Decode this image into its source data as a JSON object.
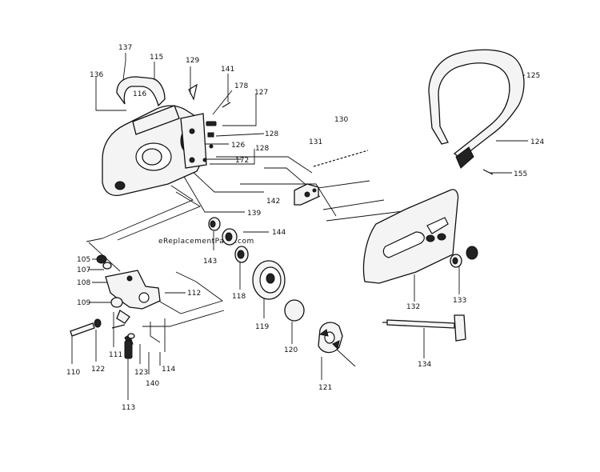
{
  "watermark": "eReplacementParts.com",
  "part_labels": {
    "p137": "137",
    "p115": "115",
    "p129": "129",
    "p141": "141",
    "p136": "136",
    "p116": "116",
    "p178": "178",
    "p127": "127",
    "p128a": "128",
    "p126": "126",
    "p128b": "128",
    "p172": "172",
    "p130": "130",
    "p131": "131",
    "p142": "142",
    "p139": "139",
    "p144": "144",
    "p143": "143",
    "p125": "125",
    "p124": "124",
    "p155": "155",
    "p105": "105",
    "p107": "107",
    "p108": "108",
    "p109": "109",
    "p112": "112",
    "p118": "118",
    "p119": "119",
    "p120": "120",
    "p121": "121",
    "p132": "132",
    "p133": "133",
    "p134": "134",
    "p110": "110",
    "p122": "122",
    "p111": "111",
    "p123": "123",
    "p114": "114",
    "p140": "140",
    "p113": "113"
  }
}
